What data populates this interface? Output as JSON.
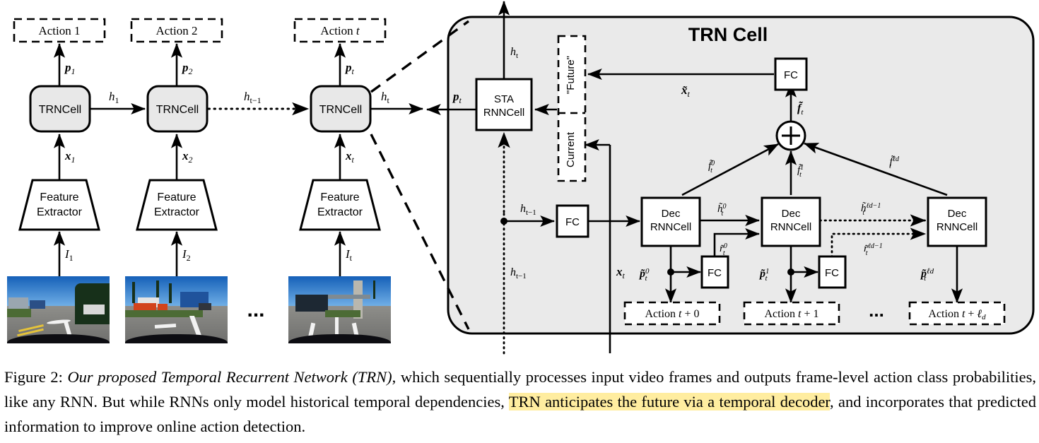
{
  "figure": {
    "title": "TRN Cell",
    "number": "Figure 2:"
  },
  "unrolled": {
    "action_boxes": [
      {
        "label": "Action 1"
      },
      {
        "label": "Action 2"
      },
      {
        "label": "Action t"
      }
    ],
    "cells": [
      {
        "label": "TRNCell"
      },
      {
        "label": "TRNCell"
      },
      {
        "label": "TRNCell"
      }
    ],
    "extractors": [
      {
        "line1": "Feature",
        "line2": "Extractor"
      },
      {
        "line1": "Feature",
        "line2": "Extractor"
      },
      {
        "line1": "Feature",
        "line2": "Extractor"
      }
    ],
    "prob_labels": [
      "p1",
      "p2",
      "pt"
    ],
    "feature_labels": [
      "x1",
      "x2",
      "xt"
    ],
    "image_labels": [
      "I1",
      "I2",
      "It"
    ],
    "hidden_labels": [
      "h1",
      "ht-1",
      "ht"
    ],
    "ellipsis": "..."
  },
  "trncell": {
    "title": "TRN Cell",
    "sta": {
      "line1": "STA",
      "line2": "RNNCell"
    },
    "memory": {
      "future": "\"Future\"",
      "current": "Current"
    },
    "fc_top": "FC",
    "fc_left": "FC",
    "decoders": [
      {
        "line1": "Dec",
        "line2": "RNNCell"
      },
      {
        "line1": "Dec",
        "line2": "RNNCell"
      },
      {
        "line1": "Dec",
        "line2": "RNNCell"
      }
    ],
    "dec_fcs": [
      "FC",
      "FC"
    ],
    "action_boxes": [
      {
        "label": "Action t + 0"
      },
      {
        "label": "Action t + 1"
      },
      {
        "label": "Action t + ℓd"
      }
    ],
    "ellipsis": "...",
    "plus": "+",
    "labels": {
      "ht_out": "ht",
      "pt_out": "pt",
      "pt_left": "pt",
      "xt_tilde": "x̃t",
      "f_tilde": "f̃t",
      "f0": "f̃0t",
      "f1": "f̃1t",
      "fld": "f̃ℓd t",
      "htm1_top": "ht-1",
      "htm1_bottom": "ht-1",
      "xt": "xt",
      "h0": "h̃0t",
      "hld1": "h̃ℓd-1 t",
      "r0": "r̃0t",
      "rld1": "r̃ℓd-1 t",
      "p0": "p̃0t",
      "p1": "p̃1t",
      "pld": "p̃ℓd t"
    }
  },
  "caption": {
    "prefix": "Figure 2:",
    "italic": "Our proposed Temporal Recurrent Network (TRN)",
    "part1": ", which sequentially processes input video frames and outputs frame-level action class probabilities, like any RNN. But while RNNs only model historical temporal dependencies, ",
    "highlight1": "TRN anticipates the future via a temporal decoder",
    "part2": ", and incorporates that predicted information to improve online action detection."
  },
  "colors": {
    "cell_fill": "#e8e8e8",
    "panel_fill": "#eaeaea",
    "stroke": "#000000",
    "highlight": "#ffeda0",
    "white": "#ffffff"
  }
}
